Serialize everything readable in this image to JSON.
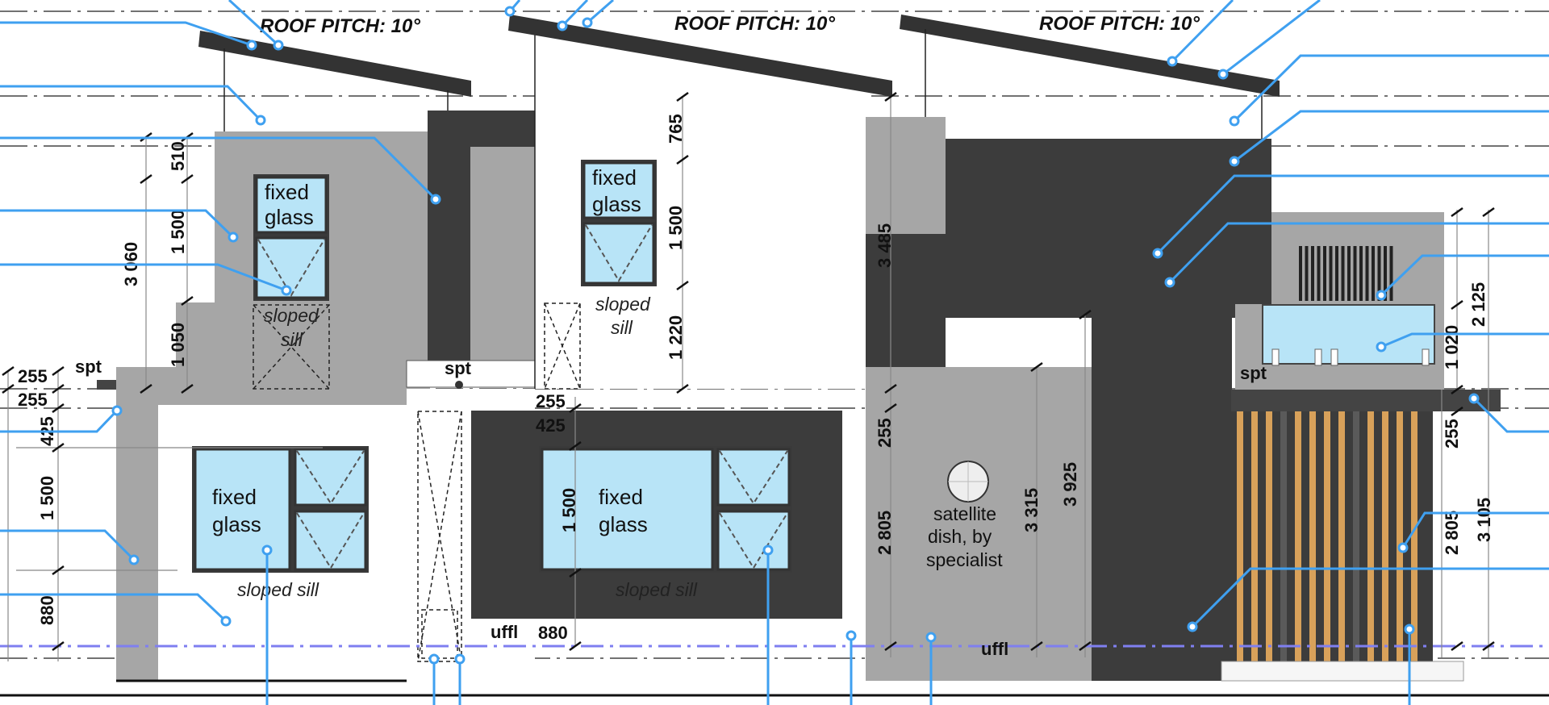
{
  "roof_labels": [
    "ROOF PITCH: 10°",
    "ROOF PITCH: 10°",
    "ROOF PITCH: 10°"
  ],
  "windows": {
    "fixed_glass": "fixed\nglass",
    "sloped_sill": "sloped sill",
    "sloped_sill_split": [
      "sloped",
      "sill"
    ]
  },
  "tags": {
    "spt": "spt",
    "uffl": "uffl"
  },
  "satellite": [
    "satellite",
    "dish, by",
    "specialist"
  ],
  "dimensions": {
    "left": [
      "510",
      "1 500",
      "3 060",
      "1 050",
      "255",
      "255",
      "425",
      "1 500",
      "880"
    ],
    "middle": [
      "765",
      "1 500",
      "1 220",
      "255",
      "425",
      "1 500",
      "880"
    ],
    "center": [
      "3 485",
      "255",
      "2 805",
      "3 315",
      "3 925"
    ],
    "right": [
      "2 125",
      "1 020",
      "255",
      "2 805",
      "3 105"
    ]
  },
  "colors": {
    "wall_light": "#a6a6a6",
    "wall_dark": "#3c3c3c",
    "glass": "#b8e4f7",
    "leader": "#3fa0f0",
    "timber": "#d8a15a",
    "floor_line": "#7f7ff0"
  }
}
